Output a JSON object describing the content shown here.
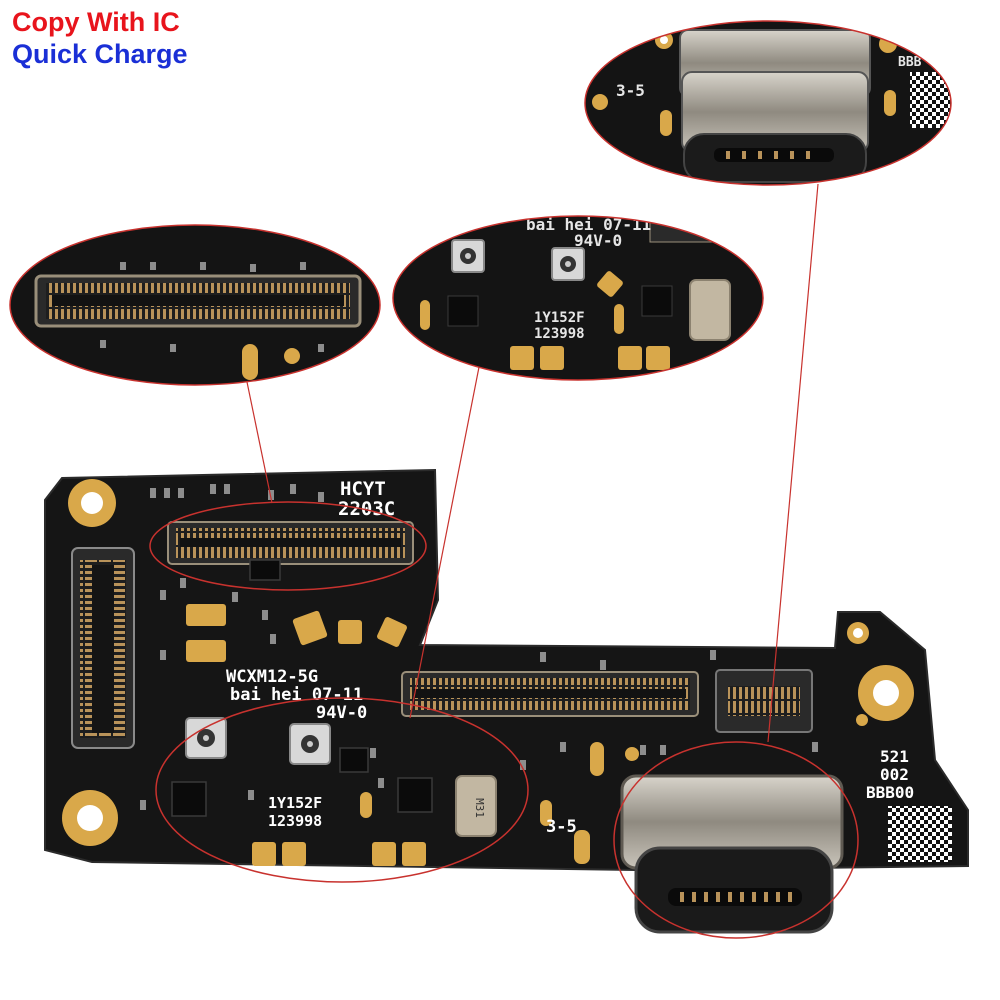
{
  "captions": {
    "line1": "Copy With IC",
    "line2": "Quick Charge",
    "line1_color": "#e8141c",
    "line2_color": "#1a2fd6"
  },
  "board_markings": {
    "hcyt": "HCYT",
    "code_2203c": "2203C",
    "wcxm": "WCXM12-5G",
    "bai_hei": "bai hei 07-11",
    "rating": "94V-0",
    "part_1y152f": "1Y152F",
    "num_123998": "123998",
    "label_3_5": "3-5",
    "num_521": "521",
    "num_002": "002",
    "bbb00": "BBB00"
  },
  "zoom_markings": {
    "bai_hei": "bai hei 07-11",
    "rating": "94V-0",
    "part_1y152f": "1Y152F",
    "num_123998": "123998",
    "label_3_5": "3-5",
    "bbb": "BBB"
  },
  "colors": {
    "pcb": "#141414",
    "gold": "#d9a84a",
    "connector": "#2a2a2a",
    "metal": "#a9a49a",
    "callout_line": "#c8322e"
  }
}
